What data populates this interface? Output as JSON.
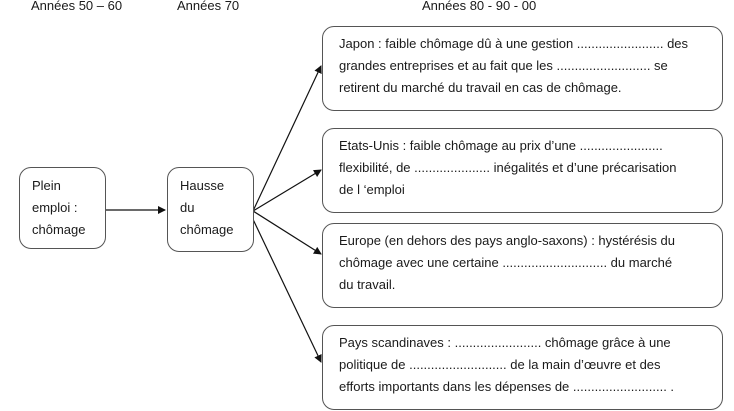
{
  "headers": {
    "col1": "Années 50 – 60",
    "col2": "Années 70",
    "col3": "Années 80 - 90 - 00"
  },
  "nodes": {
    "start": {
      "lines": [
        "Plein",
        "emploi :",
        "chômage"
      ]
    },
    "middle": {
      "lines": [
        "Hausse",
        "du",
        "chômage"
      ]
    },
    "japon": {
      "lines": [
        "Japon : faible chômage dû à une gestion ........................  des",
        "grandes entreprises et au fait que  les ..........................  se",
        "retirent du marché du travail en cas de chômage."
      ]
    },
    "etats_unis": {
      "lines": [
        "Etats-Unis : faible chômage au prix d’une .......................",
        "flexibilité, de .....................  inégalités et d’une précarisation",
        "de l ‘emploi"
      ]
    },
    "europe": {
      "lines": [
        "Europe (en dehors des pays anglo-saxons) : hystérésis du",
        "chômage avec une certaine .............................  du marché",
        "du travail."
      ]
    },
    "scandinavie": {
      "lines": [
        "Pays scandinaves : ........................  chômage grâce à une",
        "politique de ...........................  de la main d’œuvre et des",
        "efforts importants dans les dépenses de ..........................  ."
      ]
    }
  },
  "colors": {
    "border": "#555555",
    "text": "#1a1a1a",
    "arrow": "#111111"
  }
}
